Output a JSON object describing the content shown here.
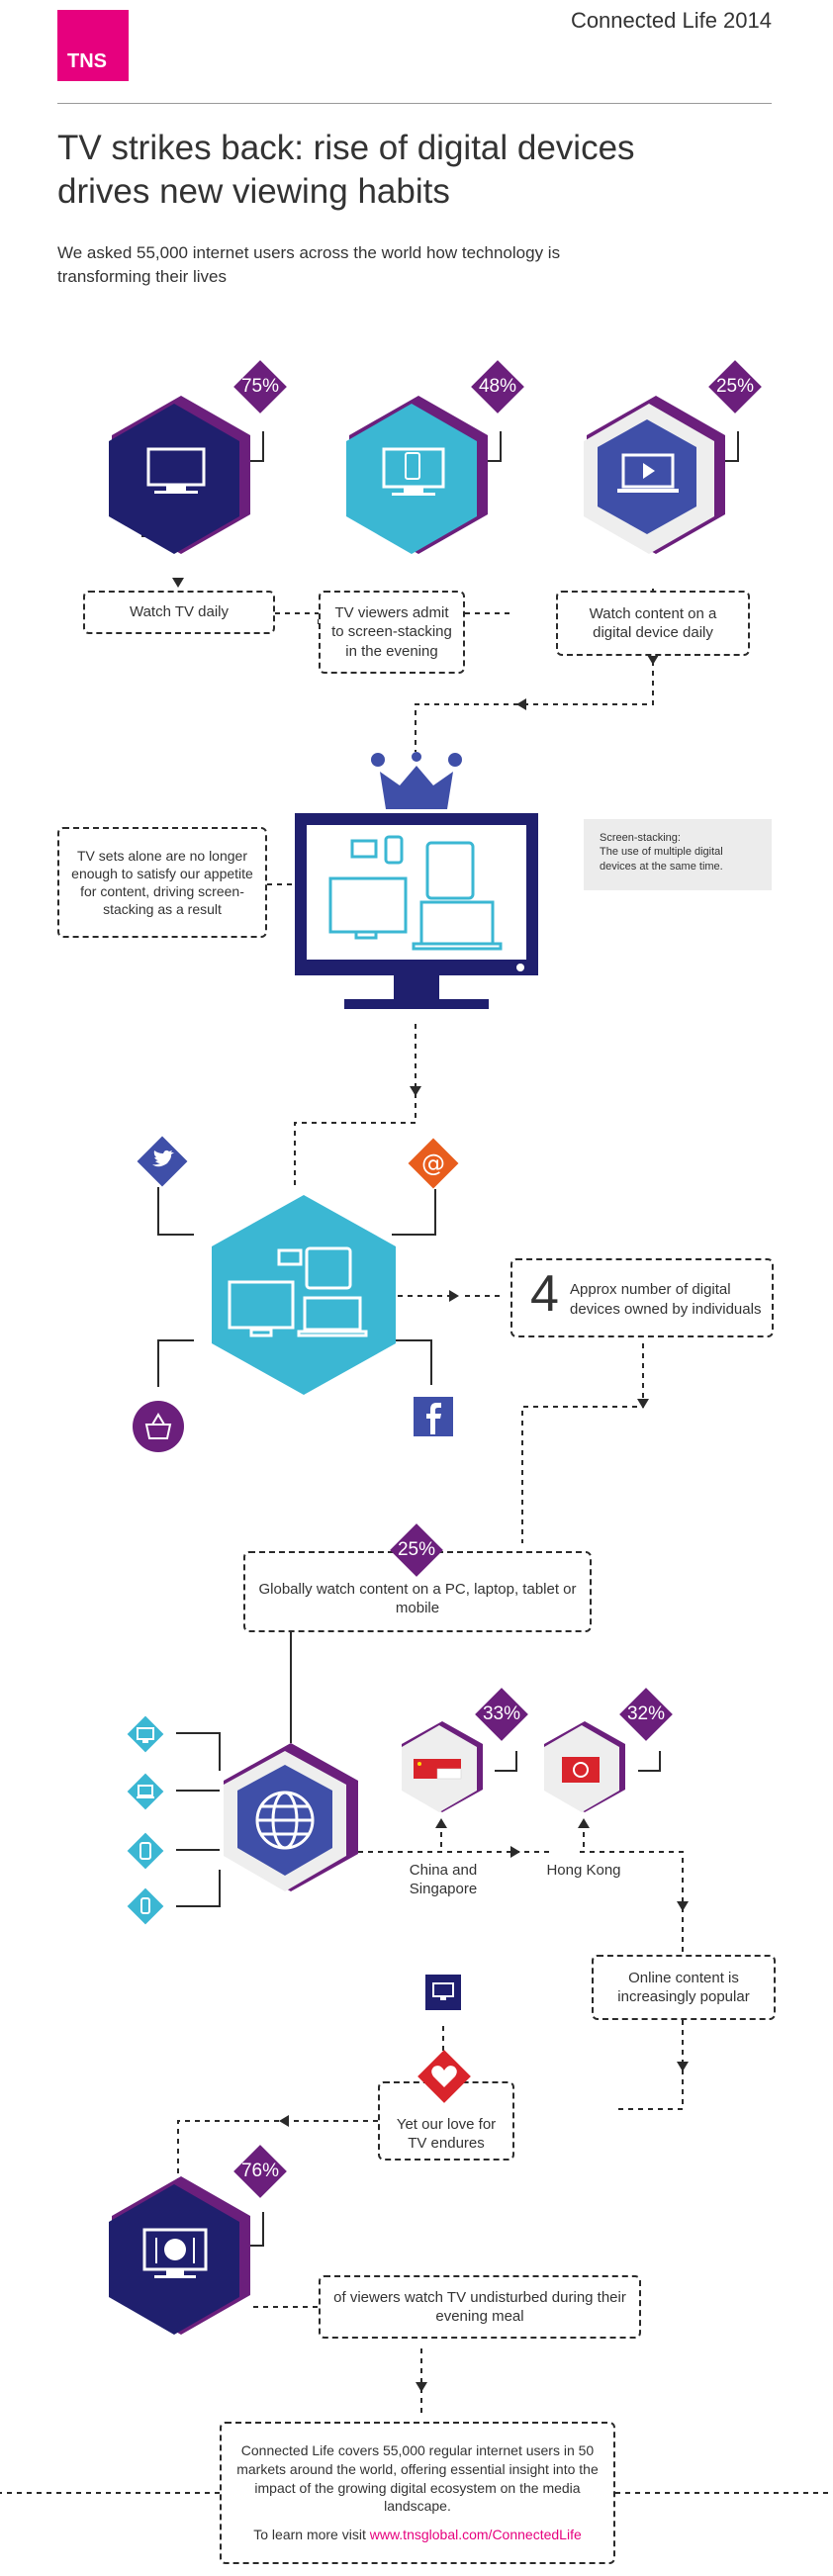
{
  "header": {
    "brand": "TNS",
    "report_title": "Connected Life 2014",
    "brand_color": "#e6007e"
  },
  "intro": {
    "headline": "TV strikes back: rise of digital devices drives new viewing habits",
    "subhead": "We asked 55,000 internet users across the world how technology is transforming their lives"
  },
  "stats_row": {
    "items": [
      {
        "pct": "75%",
        "label": "Watch TV daily",
        "icon": "tv-icon"
      },
      {
        "pct": "48%",
        "label": "TV viewers admit to screen-stacking in the evening",
        "icon": "tablet-screen-icon"
      },
      {
        "pct": "25%",
        "label": "Watch content on a digital device daily",
        "icon": "laptop-play-icon"
      }
    ]
  },
  "screen_stacking": {
    "note": "TV sets alone are no longer enough to satisfy our appetite for content, driving screen-stacking as a result",
    "definition_title": "Screen-stacking:",
    "definition_body": "The use of multiple digital devices at the same time."
  },
  "devices": {
    "number": "4",
    "label": "Approx number of digital devices owned by individuals",
    "social_icons": [
      "twitter-icon",
      "at-icon",
      "basket-icon",
      "facebook-icon"
    ]
  },
  "global": {
    "pct": "25%",
    "label": "Globally watch content on a PC, laptop, tablet or mobile"
  },
  "markets": [
    {
      "pct": "33%",
      "label": "China and Singapore"
    },
    {
      "pct": "32%",
      "label": "Hong Kong"
    }
  ],
  "online": {
    "label": "Online content is increasingly popular"
  },
  "love": {
    "label": "Yet our love for TV endures"
  },
  "meal": {
    "pct": "76%",
    "label": "of viewers watch TV undisturbed during their evening meal"
  },
  "footer": {
    "body": "Connected Life covers 55,000 regular internet users in 50 markets around the world, offering essential insight into the impact of the growing digital ecosystem on the media landscape.",
    "cta_prefix": "To learn more visit ",
    "cta_link": "www.tnsglobal.com/ConnectedLife"
  },
  "colors": {
    "navy": "#1f1f6e",
    "purple": "#6b1f7c",
    "cyan": "#3bb7d3",
    "blue": "#3f4fa8",
    "light_gray": "#eeeeee",
    "pink": "#e6007e",
    "red": "#d9242b",
    "orange": "#e85d1d"
  }
}
